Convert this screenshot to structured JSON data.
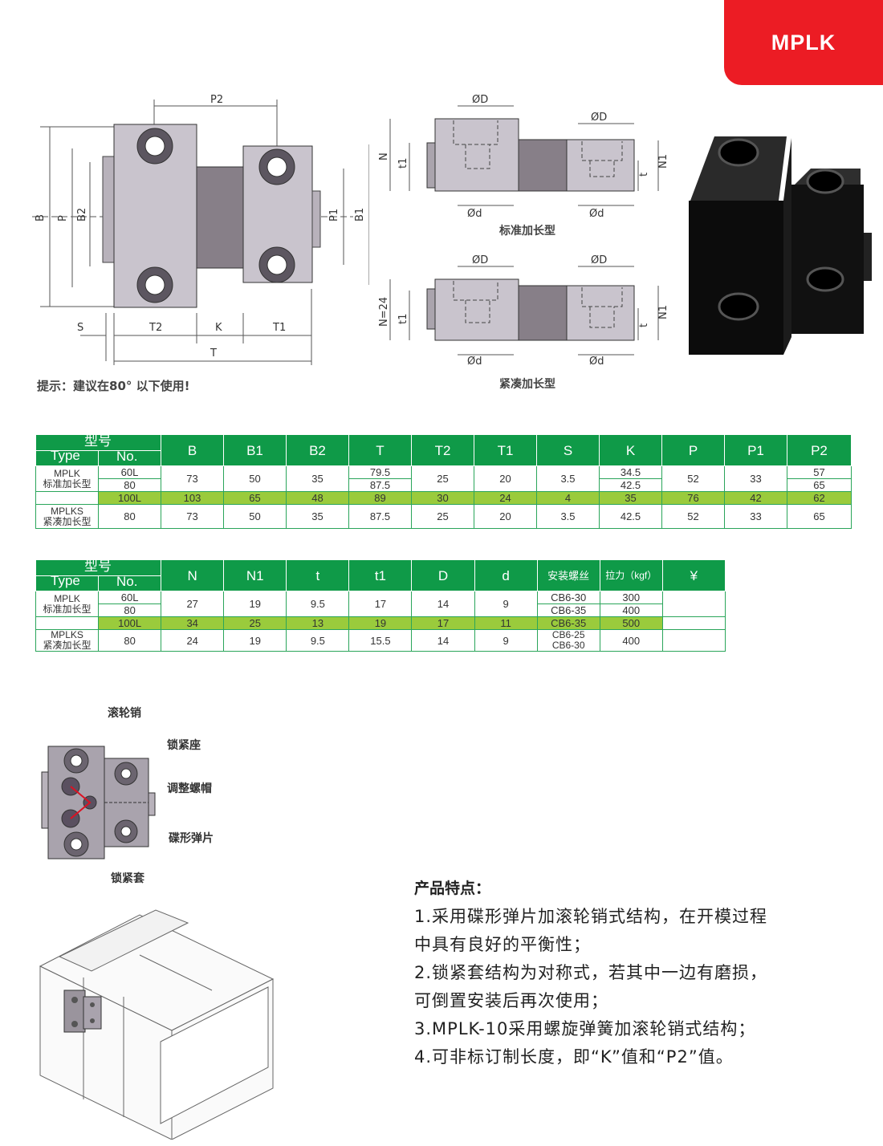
{
  "header": {
    "tab": "MPLK"
  },
  "drawing": {
    "dims_front": {
      "P2": "P2",
      "B": "B",
      "P": "P",
      "B2": "B2",
      "P1": "P1",
      "B1": "B1",
      "S": "S",
      "T2": "T2",
      "K": "K",
      "T1": "T1",
      "T": "T"
    },
    "dims_side": {
      "OD": "ØD",
      "Od": "Ød",
      "N": "N",
      "t1": "t1",
      "t": "t",
      "N1": "N1",
      "N24": "N=24"
    },
    "cap_std": "标准加长型",
    "cap_compact": "紧凑加长型",
    "tip": "提示：建议在80° 以下使用!"
  },
  "table1": {
    "head": {
      "xh": "型号",
      "type": "Type",
      "no": "No.",
      "cols": [
        "B",
        "B1",
        "B2",
        "T",
        "T2",
        "T1",
        "S",
        "K",
        "P",
        "P1",
        "P2"
      ]
    },
    "mplk_model": "MPLK",
    "mplk_sub": "标准加长型",
    "mplks_model": "MPLKS",
    "mplks_sub": "紧凑加长型",
    "r60": {
      "no": "60L",
      "T": "79.5",
      "K": "34.5",
      "P2": "57"
    },
    "r80": {
      "no": "80",
      "T": "87.5",
      "K": "42.5",
      "P2": "65"
    },
    "shared": {
      "B": "73",
      "B1": "50",
      "B2": "35",
      "T2": "25",
      "T1": "20",
      "S": "3.5",
      "P": "52",
      "P1": "33"
    },
    "r100": {
      "no": "100L",
      "B": "103",
      "B1": "65",
      "B2": "48",
      "T": "89",
      "T2": "30",
      "T1": "24",
      "S": "4",
      "K": "35",
      "P": "76",
      "P1": "42",
      "P2": "62"
    },
    "rS": {
      "no": "80",
      "B": "73",
      "B1": "50",
      "B2": "35",
      "T": "87.5",
      "T2": "25",
      "T1": "20",
      "S": "3.5",
      "K": "42.5",
      "P": "52",
      "P1": "33",
      "P2": "65"
    }
  },
  "table2": {
    "head": {
      "xh": "型号",
      "type": "Type",
      "no": "No.",
      "cols": [
        "N",
        "N1",
        "t",
        "t1",
        "D",
        "d",
        "安装螺丝",
        "拉力（kgf）",
        "¥"
      ]
    },
    "mplk_model": "MPLK",
    "mplk_sub": "标准加长型",
    "mplks_model": "MPLKS",
    "mplks_sub": "紧凑加长型",
    "r60": {
      "no": "60L",
      "screw": "CB6-30",
      "force": "300"
    },
    "r80": {
      "no": "80",
      "screw": "CB6-35",
      "force": "400"
    },
    "shared": {
      "N": "27",
      "N1": "19",
      "t": "9.5",
      "t1": "17",
      "D": "14",
      "d": "9"
    },
    "r100": {
      "no": "100L",
      "N": "34",
      "N1": "25",
      "t": "13",
      "t1": "19",
      "D": "17",
      "d": "11",
      "screw": "CB6-35",
      "force": "500"
    },
    "rS": {
      "no": "80",
      "N": "24",
      "N1": "19",
      "t": "9.5",
      "t1": "15.5",
      "D": "14",
      "d": "9",
      "screw1": "CB6-25",
      "screw2": "CB6-30",
      "force": "400"
    }
  },
  "parts": {
    "roller_pin": "滚轮销",
    "lock_seat": "锁紧座",
    "adjust_nut": "调整螺帽",
    "disc_spring": "碟形弹片",
    "lock_sleeve": "锁紧套"
  },
  "features": {
    "title": "产品特点：",
    "lines": [
      "1.采用碟形弹片加滚轮销式结构，在开模过程",
      "中具有良好的平衡性；",
      "2.锁紧套结构为对称式，若其中一边有磨损，",
      "可倒置安装后再次使用；",
      "3.MPLK-10采用螺旋弹簧加滚轮销式结构；",
      "4.可非标订制长度，即“K”值和“P2”值。"
    ]
  }
}
